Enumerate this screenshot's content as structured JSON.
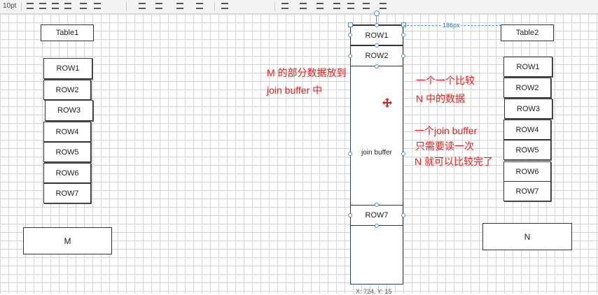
{
  "toolbar": {
    "font_label": "10pt"
  },
  "left_table": {
    "title": "Table1",
    "rows": [
      "ROW1",
      "ROW2",
      "ROW3",
      "ROW4",
      "ROW5",
      "ROW6",
      "ROW7"
    ],
    "footer": "M"
  },
  "right_table": {
    "title": "Table2",
    "rows": [
      "ROW1",
      "ROW2",
      "ROW3",
      "ROW4",
      "ROW5",
      "ROW6",
      "ROW7"
    ],
    "footer": "N"
  },
  "join_buffer": {
    "rows_top": [
      "ROW1",
      "ROW2"
    ],
    "label": "join buffer",
    "row_bottom": "ROW7"
  },
  "selection": {
    "distance_label": "186px",
    "coords": "X: 724, Y: 15"
  },
  "notes": {
    "left": [
      "M 的部分数据放到",
      "join buffer 中"
    ],
    "right_top": [
      "一个一个比较",
      "N 中的数据"
    ],
    "right_bottom": [
      "一个join buffer",
      "只需要读一次",
      "N 就可以比较完了"
    ]
  },
  "colors": {
    "note": "#e02020",
    "selection": "#4a90d9",
    "border": "#333333"
  }
}
